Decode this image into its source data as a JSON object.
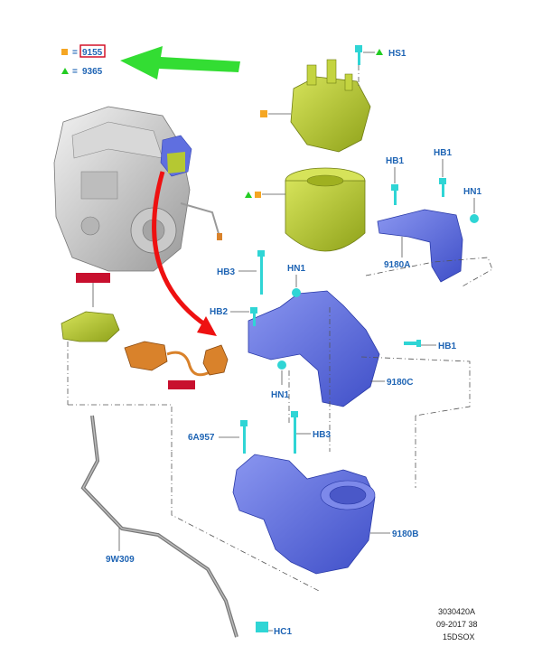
{
  "legend": {
    "square_value": "9155",
    "triangle_value": "9365",
    "equals": "=",
    "square_color": "#f5a623",
    "triangle_color": "#22cc22"
  },
  "labels": {
    "hs1": "HS1",
    "hb1_a": "HB1",
    "hb1_b": "HB1",
    "hn1_a": "HN1",
    "f9180a": "9180A",
    "hb3_a": "HB3",
    "hn1_b": "HN1",
    "hb2": "HB2",
    "hb1_c": "HB1",
    "hn1_c": "HN1",
    "f9180c": "9180C",
    "p6a957": "6A957",
    "hb3_b": "HB3",
    "f9180b": "9180B",
    "w9w309": "9W309",
    "hc1": "HC1"
  },
  "reference": {
    "line1": "3030420A",
    "line2": "09-2017 38",
    "line3": "15DSOX"
  },
  "colors": {
    "filter": "#b5c832",
    "bracket": "#5f6fe0",
    "fastener": "#2fd5d5",
    "connector": "#d9822b",
    "arrow_green": "#33dd33",
    "arrow_red": "#ee1111",
    "tag": "#c8102e"
  }
}
